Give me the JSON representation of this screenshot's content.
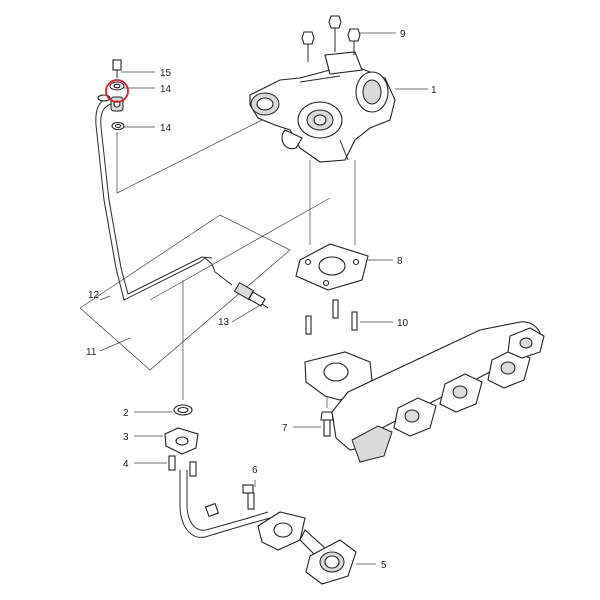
{
  "callouts": {
    "c1": "1",
    "c2": "2",
    "c3": "3",
    "c4": "4",
    "c5": "5",
    "c6": "6",
    "c7": "7",
    "c8": "8",
    "c9": "9",
    "c10": "10",
    "c11": "11",
    "c12": "12",
    "c13": "13",
    "c14a": "14",
    "c14b": "14",
    "c15": "15"
  },
  "highlight_color": "#d0202a"
}
